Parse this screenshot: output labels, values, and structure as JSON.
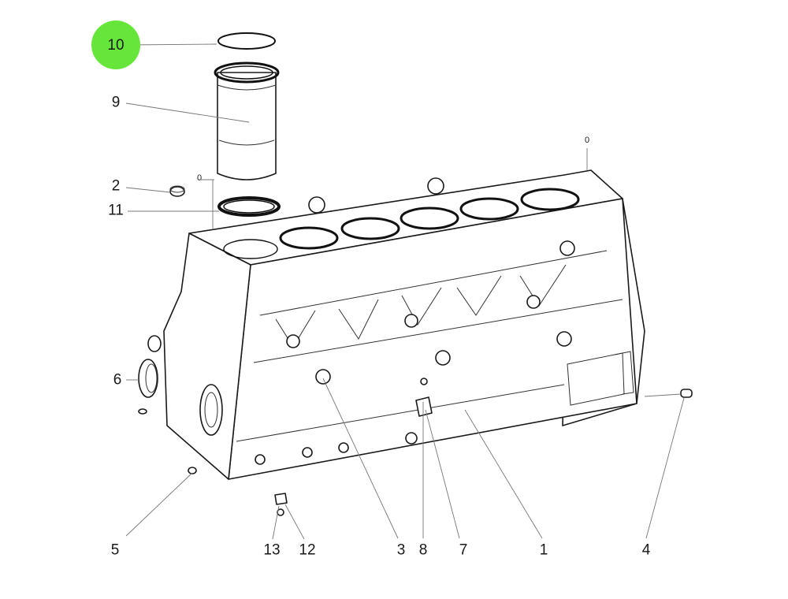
{
  "highlight_color": "#66e63a",
  "callouts": {
    "c1": "1",
    "c2": "2",
    "c3": "3",
    "c4": "4",
    "c5": "5",
    "c6": "6",
    "c7": "7",
    "c8": "8",
    "c9": "9",
    "c10": "10",
    "c11": "11",
    "c12": "12",
    "c13": "13"
  }
}
